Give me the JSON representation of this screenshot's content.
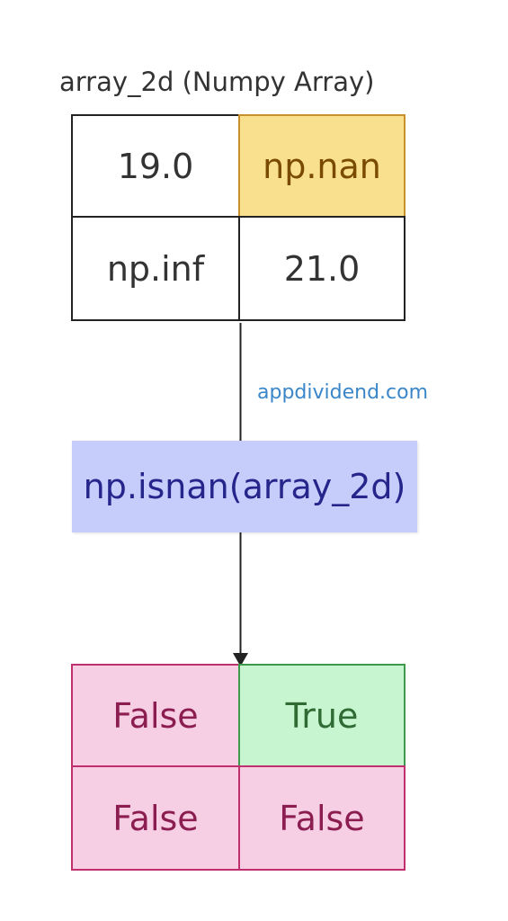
{
  "title": "array_2d (Numpy Array)",
  "input_array": [
    [
      "19.0",
      "np.nan"
    ],
    [
      "np.inf",
      "21.0"
    ]
  ],
  "watermark": "appdividend.com",
  "function_call": "np.isnan(array_2d)",
  "output_array": [
    [
      "False",
      "True"
    ],
    [
      "False",
      "False"
    ]
  ],
  "colors": {
    "nan_highlight": "#f8e08e",
    "function_box": "#c7cdfb",
    "false_cell": "#f6cfe5",
    "true_cell": "#c6f5cf",
    "watermark": "#3a86c8"
  }
}
